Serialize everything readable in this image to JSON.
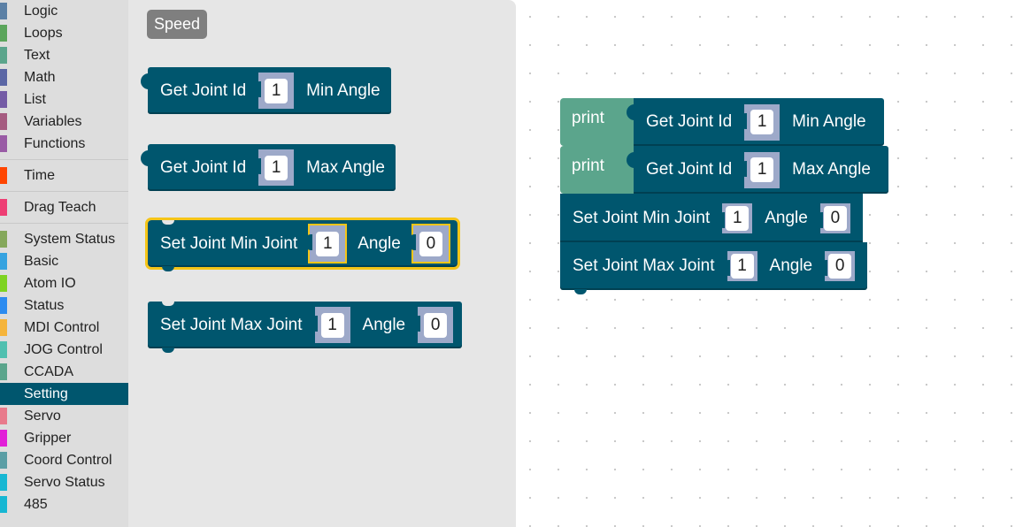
{
  "toolbox": {
    "groups": [
      [
        {
          "label": "Logic",
          "color": "#5b80a5"
        },
        {
          "label": "Loops",
          "color": "#5ba55b"
        },
        {
          "label": "Text",
          "color": "#5ba58c"
        },
        {
          "label": "Math",
          "color": "#5b67a5"
        },
        {
          "label": "List",
          "color": "#745ba5"
        },
        {
          "label": "Variables",
          "color": "#a55b80"
        },
        {
          "label": "Functions",
          "color": "#995ba5"
        }
      ],
      [
        {
          "label": "Time",
          "color": "#ff4500"
        }
      ],
      [
        {
          "label": "Drag Teach",
          "color": "#ee3e74"
        }
      ],
      [
        {
          "label": "System Status",
          "color": "#85a85b"
        },
        {
          "label": "Basic",
          "color": "#36a3e0"
        },
        {
          "label": "Atom IO",
          "color": "#7ed321"
        },
        {
          "label": "Status",
          "color": "#2d8cf0"
        },
        {
          "label": "MDI Control",
          "color": "#f5b43b"
        },
        {
          "label": "JOG Control",
          "color": "#50c0b0"
        },
        {
          "label": "CCADA",
          "color": "#5ba58c"
        },
        {
          "label": "Setting",
          "color": "#00566e",
          "selected": true
        },
        {
          "label": "Servo",
          "color": "#e87a8b"
        },
        {
          "label": "Gripper",
          "color": "#e21fd8"
        },
        {
          "label": "Coord Control",
          "color": "#5b9ea5"
        },
        {
          "label": "Servo Status",
          "color": "#17b7d3"
        },
        {
          "label": "485",
          "color": "#17b7d3"
        }
      ]
    ]
  },
  "flyout": {
    "button_label": "Speed",
    "blocks": {
      "get_min": {
        "prefix": "Get Joint Id",
        "joint": "1",
        "suffix": "Min Angle"
      },
      "get_max": {
        "prefix": "Get Joint Id",
        "joint": "1",
        "suffix": "Max Angle"
      },
      "set_min": {
        "prefix": "Set Joint Min Joint",
        "joint": "1",
        "mid": "Angle",
        "angle": "0"
      },
      "set_max": {
        "prefix": "Set Joint Max Joint",
        "joint": "1",
        "mid": "Angle",
        "angle": "0"
      }
    }
  },
  "workspace": {
    "print1": {
      "label": "print",
      "prefix": "Get Joint Id",
      "joint": "1",
      "suffix": "Min Angle"
    },
    "print2": {
      "label": "print",
      "prefix": "Get Joint Id",
      "joint": "1",
      "suffix": "Max Angle"
    },
    "set_min": {
      "prefix": "Set Joint Min Joint",
      "joint": "1",
      "mid": "Angle",
      "angle": "0"
    },
    "set_max": {
      "prefix": "Set Joint Max Joint",
      "joint": "1",
      "mid": "Angle",
      "angle": "0"
    }
  },
  "colors": {
    "setting_block": "#00566e",
    "text_block": "#5ba58c",
    "number_slot": "#9da9c9",
    "selection": "#f5c518"
  }
}
